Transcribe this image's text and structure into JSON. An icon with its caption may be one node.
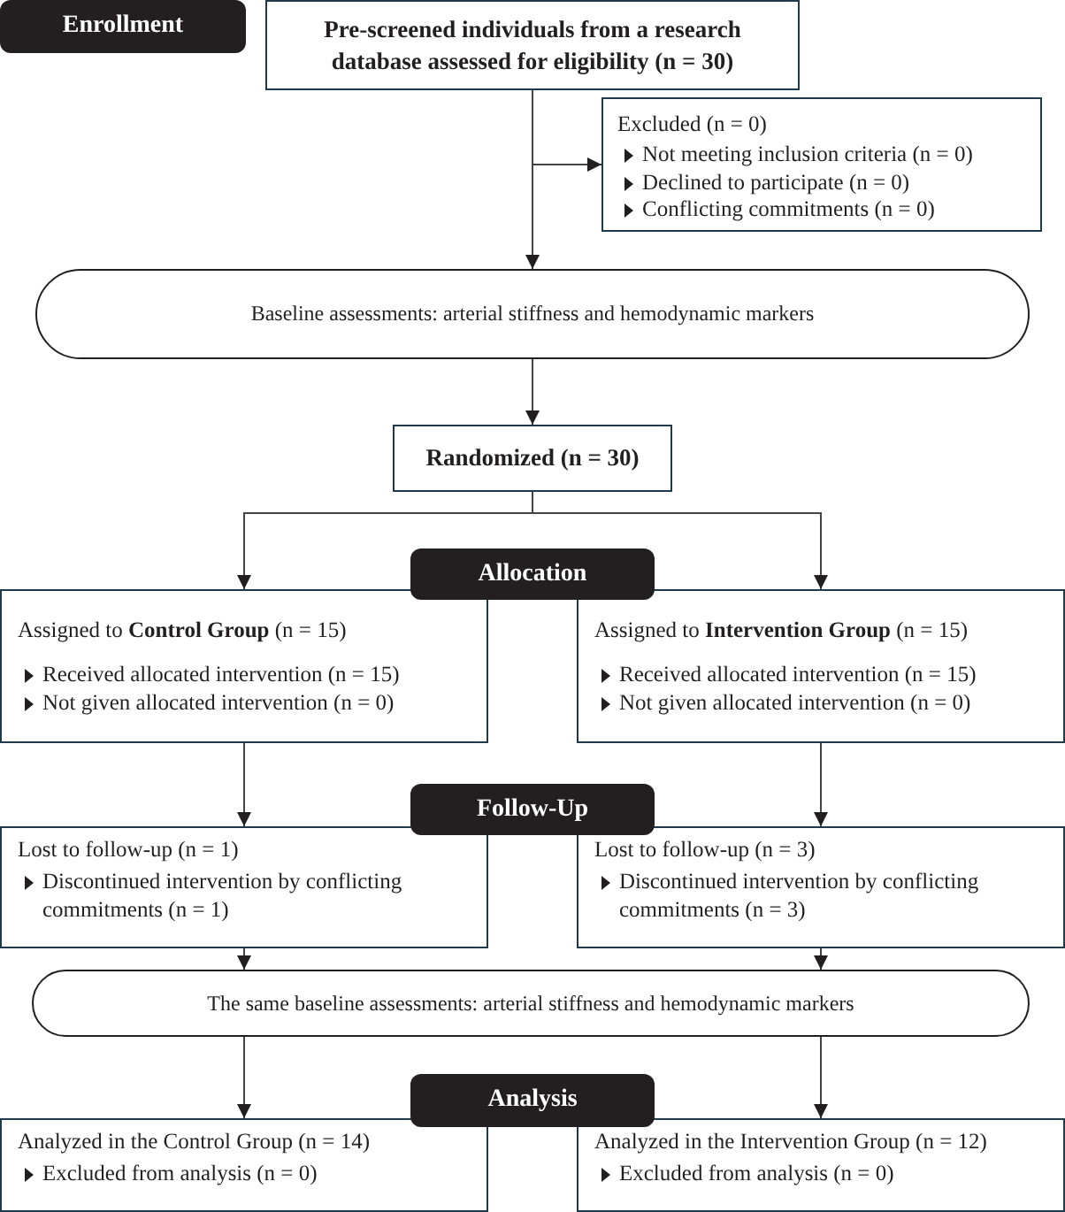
{
  "diagram": {
    "nodes": [
      {
        "text": [
          "Enrollment"
        ]
      },
      {
        "text": [
          "Pre-screened individuals from a research database assessed for eligibility (n = 30)"
        ]
      },
      {
        "text": [
          "Excluded (n = 0)",
          "Not meeting inclusion criteria (n = 0)",
          "Declined to participate (n = 0)",
          "Conflicting commitments (n = 0)"
        ]
      },
      {
        "text": [
          "Baseline assessments: arterial stiffness and hemodynamic markers"
        ]
      },
      {
        "text": [
          "Randomized (n = 30)"
        ]
      },
      {
        "text": [
          "Allocation"
        ]
      },
      {
        "text": [
          "Assigned to **Control Group** (n = 15)",
          "Received allocated intervention (n = 15)",
          "Not given allocated intervention (n = 0)"
        ]
      },
      {
        "text": [
          "Assigned to **Intervention Group** (n = 15)",
          "Received allocated intervention (n = 15)",
          "Not given allocated intervention (n = 0)"
        ]
      },
      {
        "text": [
          "Follow-Up"
        ]
      },
      {
        "text": [
          "Lost to follow-up (n = 1)",
          "Discontinued intervention by conflicting commitments (n = 1)"
        ]
      },
      {
        "text": [
          "Lost to follow-up (n = 3)",
          "Discontinued intervention by conflicting commitments (n = 3)"
        ]
      },
      {
        "text": [
          "The same baseline assessments: arterial stiffness and hemodynamic markers"
        ]
      },
      {
        "text": [
          "Analysis"
        ]
      },
      {
        "text": [
          "Analyzed in the Control Group (n = 14)",
          "Excluded from analysis (n = 0)"
        ]
      },
      {
        "text": [
          "Analyzed in the Intervention Group (n = 12)",
          "Excluded from analysis (n = 0)"
        ]
      }
    ],
    "edges": [
      {
        "from": 1,
        "to": 3,
        "arrow": "to"
      },
      {
        "from": 1,
        "to": 2,
        "arrow": "to"
      },
      {
        "from": 3,
        "to": 4,
        "arrow": "to"
      },
      {
        "from": 4,
        "to": 6,
        "arrow": "to"
      },
      {
        "from": 4,
        "to": 7,
        "arrow": "to"
      },
      {
        "from": 6,
        "to": 9,
        "arrow": "to"
      },
      {
        "from": 7,
        "to": 10,
        "arrow": "to"
      },
      {
        "from": 9,
        "to": 11,
        "arrow": "to"
      },
      {
        "from": 10,
        "to": 11,
        "arrow": "to"
      },
      {
        "from": 11,
        "to": 13,
        "arrow": "to"
      },
      {
        "from": 11,
        "to": 14,
        "arrow": "to"
      }
    ]
  }
}
